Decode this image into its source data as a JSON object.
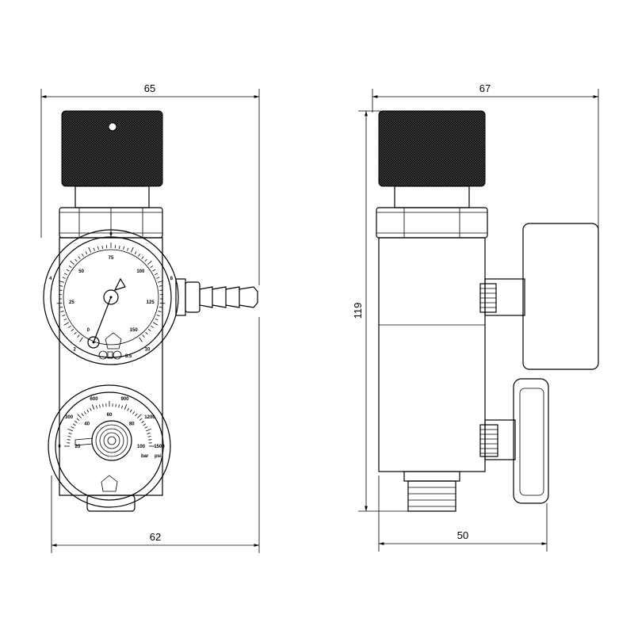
{
  "dimensions": {
    "front_width_top": "65",
    "front_width_bottom": "62",
    "side_width_top": "67",
    "side_height": "119",
    "side_width_bottom": "50"
  },
  "upper_gauge": {
    "outer_labels": [
      "0",
      "25",
      "50",
      "75",
      "100",
      "125",
      "150"
    ],
    "inner_labels": [
      "2",
      "4",
      "6",
      "8",
      "10"
    ],
    "small_label": "8.5"
  },
  "lower_gauge": {
    "outer_labels": [
      "0",
      "300",
      "600",
      "900",
      "1200",
      "1500"
    ],
    "inner_labels": [
      "20",
      "40",
      "60",
      "80",
      "100"
    ],
    "unit_bar": "bar",
    "unit_psi": "psi"
  },
  "colors": {
    "line": "#000000",
    "knob": "#111111",
    "background": "#ffffff"
  }
}
